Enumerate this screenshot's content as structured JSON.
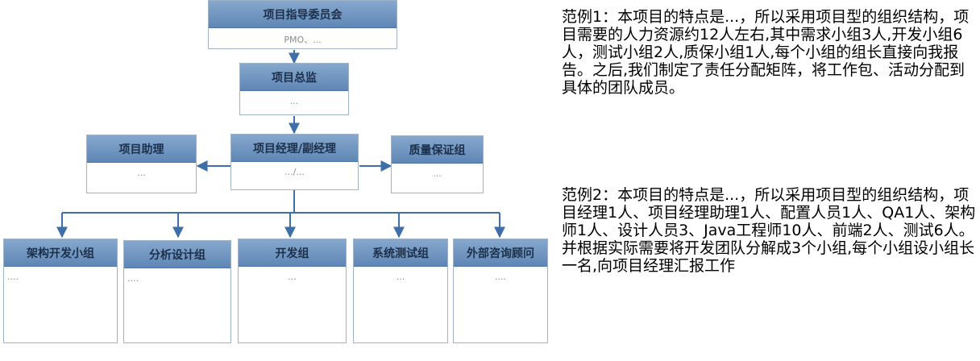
{
  "nodes": {
    "committee": {
      "title": "项目指导委员会",
      "body": "PMO、..."
    },
    "director": {
      "title": "项目总监",
      "body": "..."
    },
    "assistant": {
      "title": "项目助理",
      "body": "..."
    },
    "manager": {
      "title": "项目经理/副经理",
      "body": ".../..."
    },
    "qa": {
      "title": "质量保证组",
      "body": "..."
    },
    "arch": {
      "title": "架构开发小组",
      "body": "...."
    },
    "analysis": {
      "title": "分析设计组",
      "body": "...."
    },
    "dev": {
      "title": "开发组",
      "body": "..."
    },
    "systest": {
      "title": "系统测试组",
      "body": "..."
    },
    "consult": {
      "title": "外部咨询顾问",
      "body": "...."
    }
  },
  "examples": [
    "范例1：本项目的特点是...，所以采用项目型的组织结构，项目需要的人力资源约12人左右,其中需求小组3人,开发小组6人，测试小组2人,质保小组1人,每个小组的组长直接向我报告。之后,我们制定了责任分配矩阵，将工作包、活动分配到具体的团队成员。",
    "范例2：本项目的特点是...，所以采用项目型的组织结构，项目经理1人、项目经理助理1人、配置人员1人、QA1人、架构师1人、设计人员3、Java工程师10人、前端2人、测试6人。并根据实际需要将开发团队分解成3个小组,每个小组设小组长一名,向项目经理汇报工作"
  ],
  "colors": {
    "header": "#5f86b5",
    "connector": "#3e6fa8",
    "border": "#9fb3c8"
  }
}
